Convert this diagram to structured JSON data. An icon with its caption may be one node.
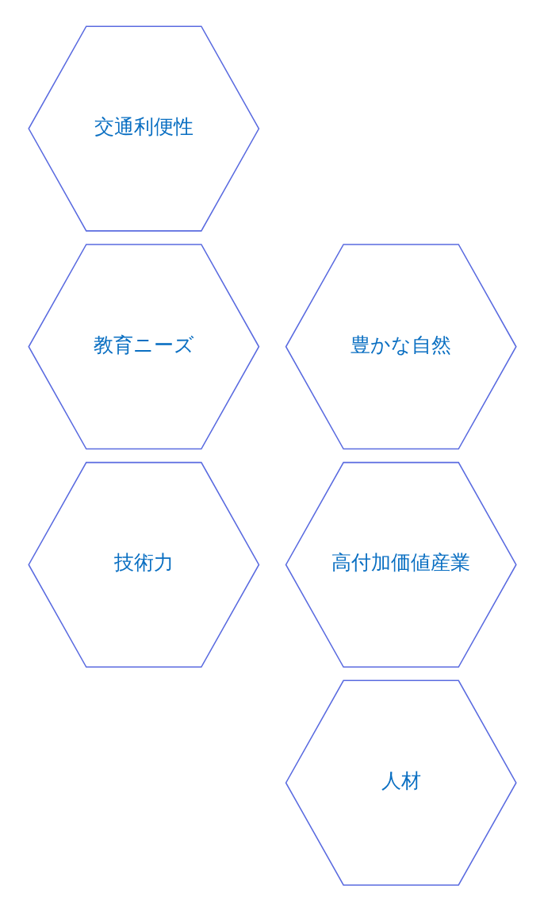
{
  "diagram": {
    "nodes": [
      {
        "text": [
          "交通利便性"
        ]
      },
      {
        "text": [
          "豊かな自然"
        ]
      },
      {
        "text": [
          "教育ニーズ"
        ]
      },
      {
        "text": [
          "高付加価値産業"
        ]
      },
      {
        "text": [
          "技術力"
        ]
      },
      {
        "text": [
          "人材"
        ]
      }
    ],
    "edges": []
  }
}
